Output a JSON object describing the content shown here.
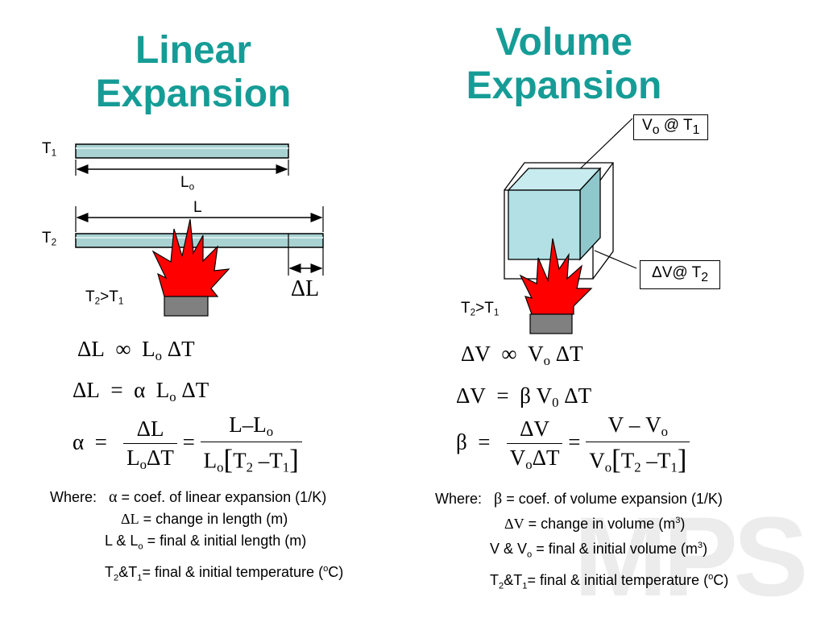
{
  "watermark": "MPS",
  "linear": {
    "title_line1": "Linear",
    "title_line2": "Expansion",
    "t1_label": "T",
    "t1_sub": "1",
    "t2_label": "T",
    "t2_sub": "2",
    "lo_label": "L",
    "lo_sub": "o",
    "l_label": "L",
    "delta_l_label": "ΔL",
    "condition": {
      "a": "T",
      "a_sub": "2",
      "op": ">T",
      "b_sub": "1"
    },
    "eq1": {
      "lhs": "ΔL",
      "rel": "∞",
      "rhs_a": "L",
      "rhs_a_sub": "o",
      "rhs_b": "ΔT"
    },
    "eq2": {
      "lhs": "ΔL",
      "rel": "=",
      "coef": "α",
      "rhs_a": "L",
      "rhs_a_sub": "o",
      "rhs_b": "ΔT"
    },
    "eq3": {
      "lhs": "α",
      "rel": "=",
      "f1_num": "ΔL",
      "f1_den_a": "L",
      "f1_den_a_sub": "o",
      "f1_den_b": "ΔT",
      "rel2": "=",
      "f2_num_a": "L",
      "f2_num_op": "–",
      "f2_num_b": "L",
      "f2_num_b_sub": "o",
      "f2_den_a": "L",
      "f2_den_a_sub": "o",
      "f2_den_open": "[",
      "f2_den_t2": "T",
      "f2_den_t2_sub": "2",
      "f2_den_op": "–",
      "f2_den_t1": "T",
      "f2_den_t1_sub": "1",
      "f2_den_close": "]"
    },
    "where": {
      "label": "Where:",
      "line1_sym": "α",
      "line1_text": "= coef. of linear expansion (1/K)",
      "line2_sym": "ΔL",
      "line2_text": "= change in length (m)",
      "line3_a": "L & L",
      "line3_sub": "o",
      "line3_text": "= final & initial length (m)",
      "line4_a": "T",
      "line4_sub1": "2",
      "line4_mid": "&T",
      "line4_sub2": "1",
      "line4_text": "= final & initial temperature (",
      "line4_sup": "o",
      "line4_end": "C)"
    }
  },
  "volume": {
    "title_line1": "Volume",
    "title_line2": "Expansion",
    "box1": {
      "a": "V",
      "a_sub": "o",
      "text": " @ T",
      "t_sub": "1"
    },
    "box2": {
      "a": "ΔV@ T",
      "t_sub": "2"
    },
    "condition": {
      "a": "T",
      "a_sub": "2",
      "op": ">T",
      "b_sub": "1"
    },
    "eq1": {
      "lhs": "ΔV",
      "rel": "∞",
      "rhs_a": "V",
      "rhs_a_sub": "o",
      "rhs_b": "ΔT"
    },
    "eq2": {
      "lhs": "ΔV",
      "rel": "=",
      "coef": "β",
      "rhs_a": "V",
      "rhs_a_sub": "0",
      "rhs_b": "ΔT"
    },
    "eq3": {
      "lhs": "β",
      "rel": "=",
      "f1_num": "ΔV",
      "f1_den_a": "V",
      "f1_den_a_sub": "o",
      "f1_den_b": "ΔT",
      "rel2": "=",
      "f2_num_a": "V",
      "f2_num_op": "–",
      "f2_num_b": "V",
      "f2_num_b_sub": "o",
      "f2_den_a": "V",
      "f2_den_a_sub": "o",
      "f2_den_open": "[",
      "f2_den_t2": "T",
      "f2_den_t2_sub": "2",
      "f2_den_op": "–",
      "f2_den_t1": "T",
      "f2_den_t1_sub": "1",
      "f2_den_close": "]"
    },
    "where": {
      "label": "Where:",
      "line1_sym": "β",
      "line1_text": "= coef. of volume expansion (1/K)",
      "line2_sym": "ΔV",
      "line2_text": "= change in volume (m",
      "line2_sup": "3",
      "line2_end": ")",
      "line3_a": "V & V",
      "line3_sub": "o",
      "line3_text": "= final & initial volume (m",
      "line3_sup": "3",
      "line3_end": ")",
      "line4_a": "T",
      "line4_sub1": "2",
      "line4_mid": "&T",
      "line4_sub2": "1",
      "line4_text": "= final & initial temperature (",
      "line4_sup": "o",
      "line4_end": "C)"
    }
  },
  "colors": {
    "title": "#169c96",
    "rod_fill": "#a9d2d2",
    "cube_front": "#b2e0e4",
    "cube_side": "#8ec8cc",
    "flame": "#ff0000",
    "burner": "#808080"
  },
  "icons": [
    "flame-icon",
    "burner-icon",
    "cube-icon"
  ]
}
